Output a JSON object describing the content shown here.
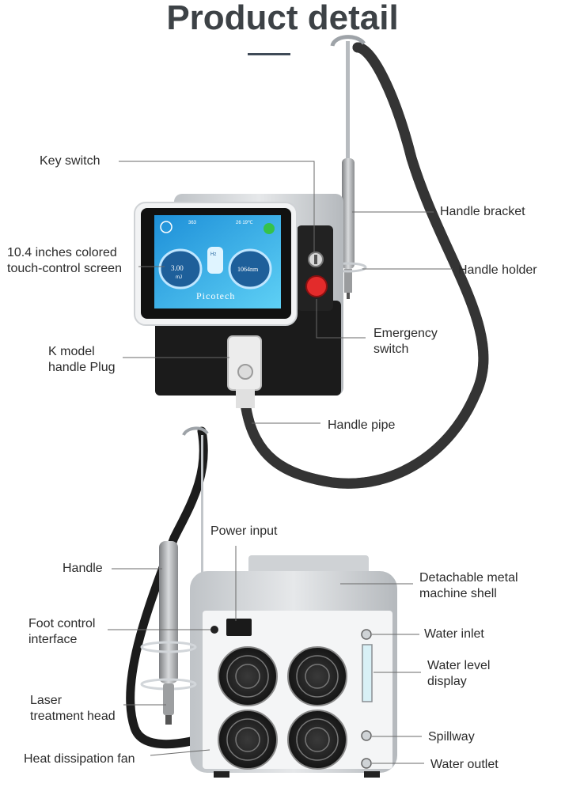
{
  "page": {
    "title": "Product detail"
  },
  "device_screen": {
    "brand": "Picotech",
    "energy_value": "3.00",
    "energy_unit": "mJ",
    "wavelength": "1064nm",
    "counter": "363",
    "temperature": "26 19℃",
    "center_label": "Hz"
  },
  "callouts_top": {
    "key_switch": "Key switch",
    "screen_line1": "10.4 inches colored",
    "screen_line2": "touch-control screen",
    "handle_plug_line1": "K model",
    "handle_plug_line2": "handle Plug",
    "handle_bracket": "Handle bracket",
    "handle_holder": "Handle holder",
    "emergency_line1": "Emergency",
    "emergency_line2": "switch",
    "handle_pipe": "Handle pipe"
  },
  "callouts_bottom": {
    "power_input": "Power input",
    "handle": "Handle",
    "shell_line1": "Detachable metal",
    "shell_line2": "machine shell",
    "foot_line1": "Foot control",
    "foot_line2": "interface",
    "water_inlet": "Water inlet",
    "water_level_line1": "Water level",
    "water_level_line2": "display",
    "laser_line1": "Laser",
    "laser_line2": "treatment head",
    "spillway": "Spillway",
    "heat_fan": "Heat dissipation fan",
    "water_outlet": "Water outlet"
  },
  "colors": {
    "title": "#3d4246",
    "accent": "#3f4a57",
    "screen_bg": "#2aa4e0",
    "emergency": "#e32b2b"
  }
}
